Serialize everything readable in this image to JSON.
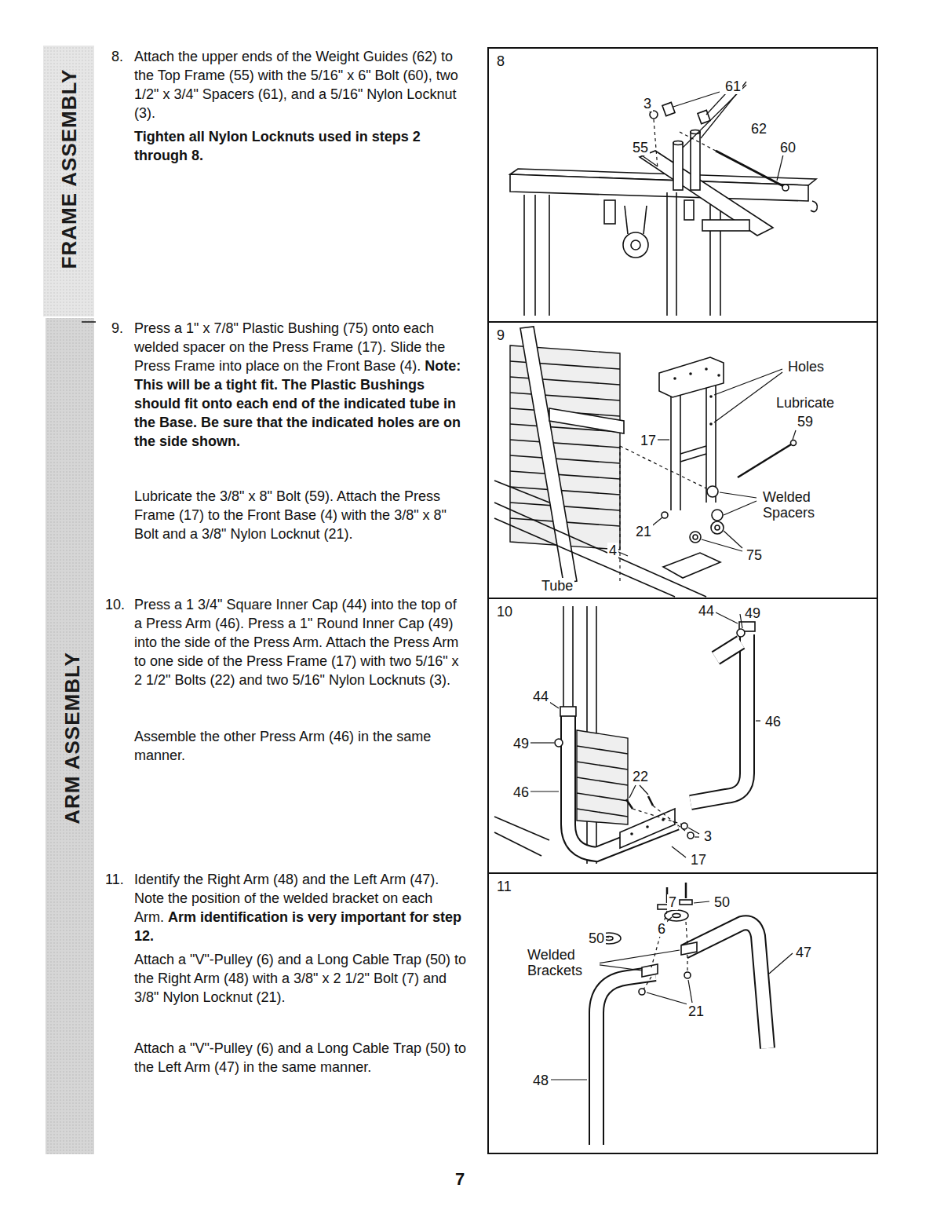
{
  "diagram": {
    "nodes": [
      {
        "text": [
          "8",
          "3",
          "61",
          "62",
          "55",
          "60"
        ]
      },
      {
        "text": [
          "9",
          "Holes",
          "Lubricate",
          "59",
          "17",
          "Welded Spacers",
          "21",
          "75",
          "4",
          "Tube"
        ]
      },
      {
        "text": [
          "10",
          "44",
          "49",
          "44",
          "49",
          "46",
          "46",
          "22",
          "3",
          "17"
        ]
      },
      {
        "text": [
          "11",
          "7",
          "50",
          "50",
          "6",
          "Welded Brackets",
          "47",
          "21",
          "48"
        ]
      }
    ],
    "labels": [
      "FRAME ASSEMBLY",
      "8.",
      "Attach the upper ends of the Weight Guides (62) to the Top Frame (55) with the 5/16\" x 6\" Bolt (60), two 1/2\" x 3/4\" Spacers (61), and a 5/16\" Nylon Locknut (3).",
      "Tighten all Nylon Locknuts used in steps 2 through 8.",
      "9.",
      "Press a 1\" x 7/8\" Plastic Bushing (75) onto each welded spacer on the Press Frame (17). Slide the Press Frame into place on the Front Base (4).",
      "Note: This will be a tight fit. The Plastic Bushings should fit onto each end of the indicated tube in the Base. Be sure that the indicated holes are on the side shown.",
      "Lubricate the 3/8\" x 8\" Bolt (59). Attach the Press Frame (17) to the Front Base (4) with the 3/8\" x 8\" Bolt and a 3/8\" Nylon Locknut (21).",
      "ARM ASSEMBLY",
      "10.",
      "Press a 1 3/4\" Square Inner Cap (44) into the top of a Press Arm (46). Press a 1\" Round Inner Cap (49) into the side of the Press Arm. Attach the Press Arm to one side of the Press Frame (17) with two 5/16\" x 2 1/2\" Bolts (22) and two 5/16\" Nylon Locknuts (3).",
      "Assemble the other Press Arm (46) in the same manner.",
      "11.",
      "Identify the Right Arm (48) and the Left Arm (47). Note the position of the welded bracket on each Arm.",
      "Arm identification is very important for step 12.",
      "Attach a \"V\"-Pulley (6) and a Long Cable Trap (50) to the Right Arm (48) with a 3/8\" x 2 1/2\" Bolt (7) and 3/8\" Nylon Locknut (21).",
      "Attach a \"V\"-Pulley (6) and a Long Cable Trap (50) to the Left Arm (47) in the same manner.",
      "7"
    ]
  }
}
